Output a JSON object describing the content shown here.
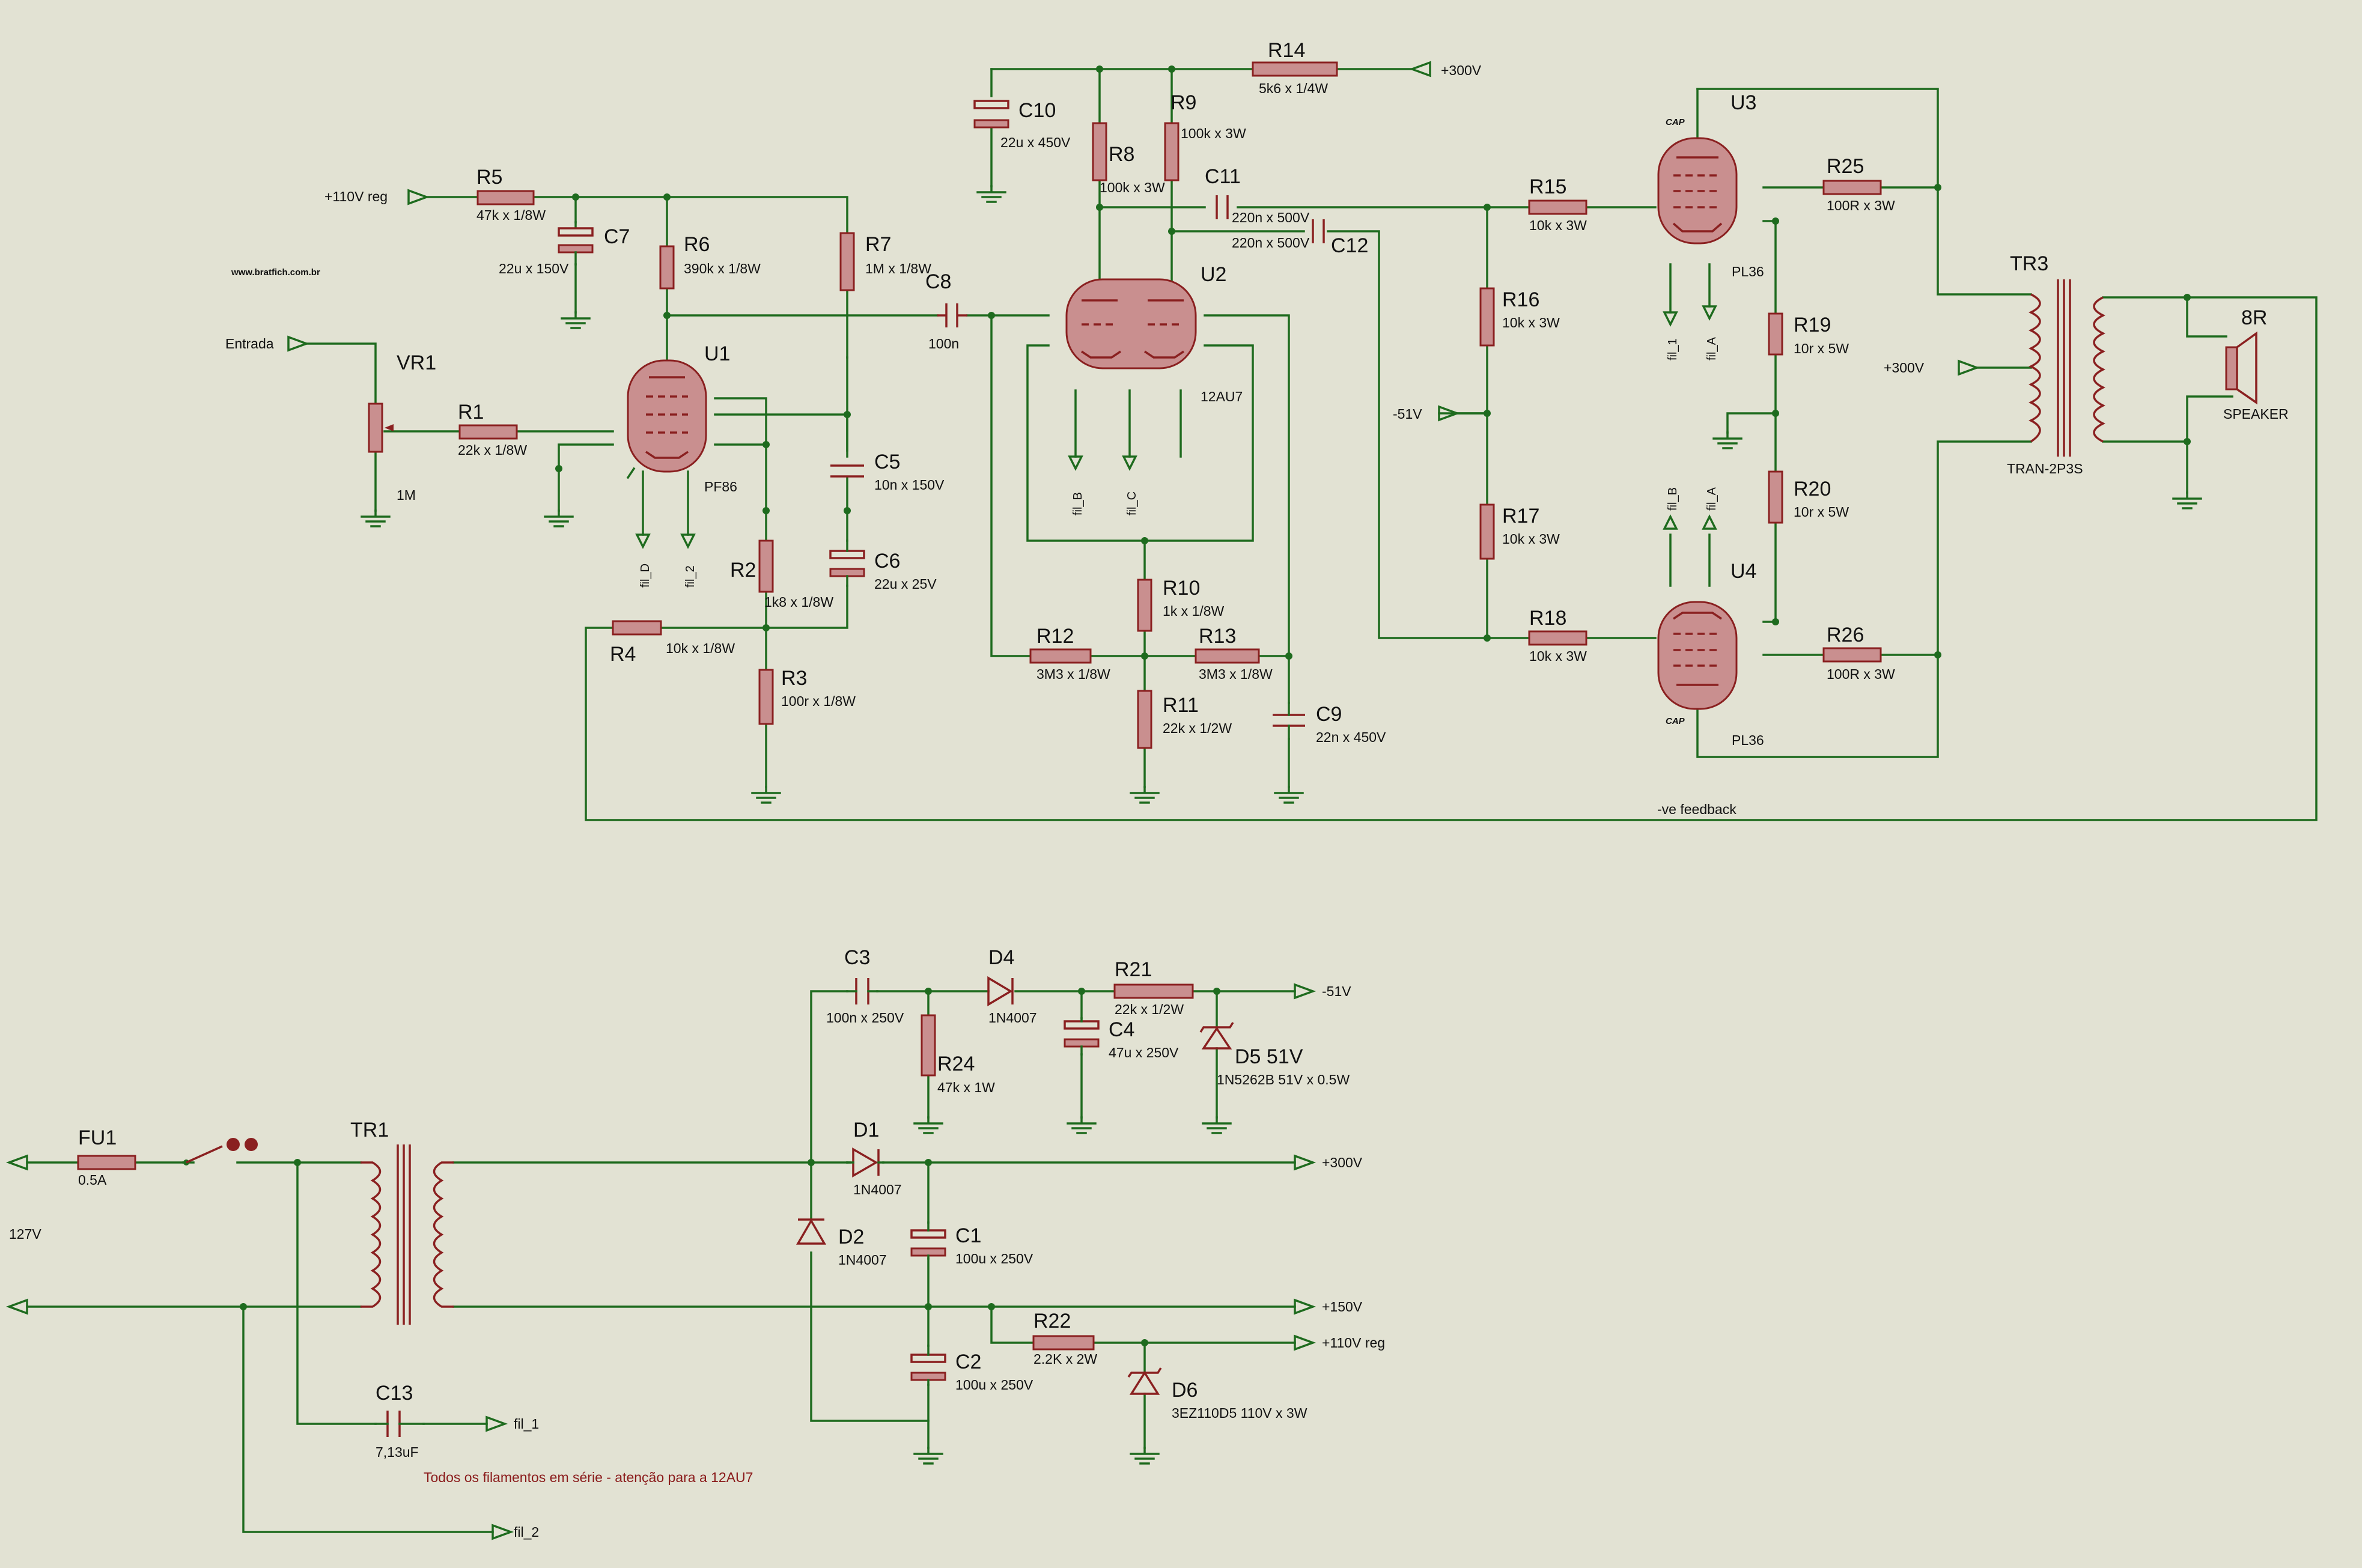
{
  "website": "www.bratfich.com.br",
  "components": {
    "R1": {
      "ref": "R1",
      "value": "22k x 1/8W"
    },
    "R2": {
      "ref": "R2",
      "value": "1k8 x 1/8W"
    },
    "R3": {
      "ref": "R3",
      "value": "100r x 1/8W"
    },
    "R4": {
      "ref": "R4",
      "value": "10k x 1/8W"
    },
    "R5": {
      "ref": "R5",
      "value": "47k x 1/8W"
    },
    "R6": {
      "ref": "R6",
      "value": "390k x 1/8W"
    },
    "R7": {
      "ref": "R7",
      "value": "1M x 1/8W"
    },
    "R8": {
      "ref": "R8",
      "value": "100k x 3W"
    },
    "R9": {
      "ref": "R9",
      "value": "100k x 3W"
    },
    "R10": {
      "ref": "R10",
      "value": "1k x 1/8W"
    },
    "R11": {
      "ref": "R11",
      "value": "22k x 1/2W"
    },
    "R12": {
      "ref": "R12",
      "value": "3M3 x 1/8W"
    },
    "R13": {
      "ref": "R13",
      "value": "3M3 x 1/8W"
    },
    "R14": {
      "ref": "R14",
      "value": "5k6 x 1/4W"
    },
    "R15": {
      "ref": "R15",
      "value": "10k x 3W"
    },
    "R16": {
      "ref": "R16",
      "value": "10k x 3W"
    },
    "R17": {
      "ref": "R17",
      "value": "10k x 3W"
    },
    "R18": {
      "ref": "R18",
      "value": "10k x 3W"
    },
    "R19": {
      "ref": "R19",
      "value": "10r x 5W"
    },
    "R20": {
      "ref": "R20",
      "value": "10r x 5W"
    },
    "R21": {
      "ref": "R21",
      "value": "22k x 1/2W"
    },
    "R22": {
      "ref": "R22",
      "value": "2.2K x 2W"
    },
    "R24": {
      "ref": "R24",
      "value": "47k x 1W"
    },
    "R25": {
      "ref": "R25",
      "value": "100R x 3W"
    },
    "R26": {
      "ref": "R26",
      "value": "100R x 3W"
    },
    "C1": {
      "ref": "C1",
      "value": "100u x 250V"
    },
    "C2": {
      "ref": "C2",
      "value": "100u x 250V"
    },
    "C3": {
      "ref": "C3",
      "value": "100n x 250V"
    },
    "C4": {
      "ref": "C4",
      "value": "47u x 250V"
    },
    "C5": {
      "ref": "C5",
      "value": "10n x 150V"
    },
    "C6": {
      "ref": "C6",
      "value": "22u x 25V"
    },
    "C7": {
      "ref": "C7",
      "value": "22u x 150V"
    },
    "C8": {
      "ref": "C8",
      "value": "100n"
    },
    "C9": {
      "ref": "C9",
      "value": "22n x 450V"
    },
    "C10": {
      "ref": "C10",
      "value": "22u x 450V"
    },
    "C11": {
      "ref": "C11",
      "value": "220n x 500V"
    },
    "C12": {
      "ref": "C12",
      "value": "220n x 500V"
    },
    "C13": {
      "ref": "C13",
      "value": "7,13uF"
    },
    "D1": {
      "ref": "D1",
      "value": "1N4007"
    },
    "D2": {
      "ref": "D2",
      "value": "1N4007"
    },
    "D4": {
      "ref": "D4",
      "value": "1N4007"
    },
    "D5": {
      "ref": "D5 51V",
      "value": "1N5262B 51V x 0.5W"
    },
    "D6": {
      "ref": "D6",
      "value": "3EZ110D5 110V x 3W"
    },
    "FU1": {
      "ref": "FU1",
      "value": "0.5A"
    },
    "VR1": {
      "ref": "VR1",
      "value": "1M"
    },
    "U1": {
      "ref": "U1",
      "value": "PF86"
    },
    "U2": {
      "ref": "U2",
      "value": "12AU7"
    },
    "U3": {
      "ref": "U3",
      "value": "PL36"
    },
    "U4": {
      "ref": "U4",
      "value": "PL36"
    },
    "TR1": {
      "ref": "TR1",
      "value": ""
    },
    "TR3": {
      "ref": "TR3",
      "value": "TRAN-2P3S"
    },
    "SPK": {
      "ref": "8R",
      "value": "SPEAKER"
    }
  },
  "nets": {
    "in110": "+110V reg",
    "entrada": "Entrada",
    "p300_top": "+300V",
    "m51_mid": "-51V",
    "p300_tr": "+300V",
    "m51_out": "-51V",
    "p300_out": "+300V",
    "p150_out": "+150V",
    "p110_out": "+110V reg",
    "fil1_out": "fil_1",
    "fil2_out": "fil_2",
    "mains": "127V",
    "feedback": "-ve feedback"
  },
  "pin_labels": {
    "fil_D": "fil_D",
    "fil_2": "fil_2",
    "fil_B": "fil_B",
    "fil_C": "fil_C",
    "u3_fil_1": "fil_1",
    "u3_fil_A": "fil_A",
    "u4_fil_B": "fil_B",
    "u4_fil_A": "fil_A",
    "cap": "CAP"
  },
  "note": "Todos os filamentos em série - atenção para a 12AU7"
}
